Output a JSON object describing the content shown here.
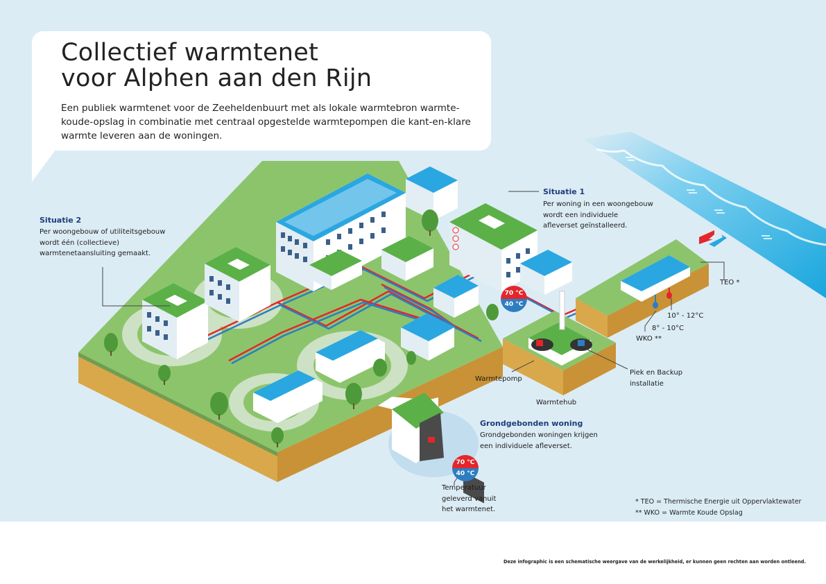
{
  "header": {
    "title_line1": "Collectief warmtenet",
    "title_line2": "voor Alphen aan den Rijn",
    "subtitle": "Een publiek warmtenet voor de Zeeheldenbuurt met als lokale warmtebron warmte-koude-opslag in combinatie met centraal opgestelde warmtepompen die kant-en-klare warmte leveren aan de woningen."
  },
  "situatie1": {
    "heading": "Situatie 1",
    "text": "Per woning in een woongebouw wordt een individuele afleverset geïnstalleerd."
  },
  "situatie2": {
    "heading": "Situatie 2",
    "text": "Per woongebouw of utiliteitsgebouw wordt één (collectieve) warmtenetaansluiting gemaakt."
  },
  "grondgebonden": {
    "heading": "Grondgebonden woning",
    "text": "Grondgebonden woningen krijgen een individuele afleverset."
  },
  "temperature": {
    "hot": "70 °C",
    "cold": "40 °C",
    "caption": "Temperatuur geleverd vanuit het warmtenet."
  },
  "labels": {
    "teo": "TEO *",
    "temp_high": "10° - 12°C",
    "temp_low": "8° - 10°C",
    "wko": "WKO **",
    "warmtepomp": "Warmtepomp",
    "piek": "Piek en Backup installatie",
    "warmtehub": "Warmtehub"
  },
  "footnotes": {
    "teo": "* TEO = Thermische Energie uit Oppervlaktewater",
    "wko": "** WKO = Warmte Koude Opslag"
  },
  "disclaimer": "Deze infographic is een schematische weergave van de werkelijkheid, er kunnen geen rechten aan worden ontleend.",
  "colors": {
    "hot": "#e4262b",
    "cold": "#2c7ec1",
    "grass": "#8cc46c",
    "soil": "#d9a84a",
    "roof_blue": "#2aa7e0",
    "heading_blue": "#1f3d7a"
  }
}
